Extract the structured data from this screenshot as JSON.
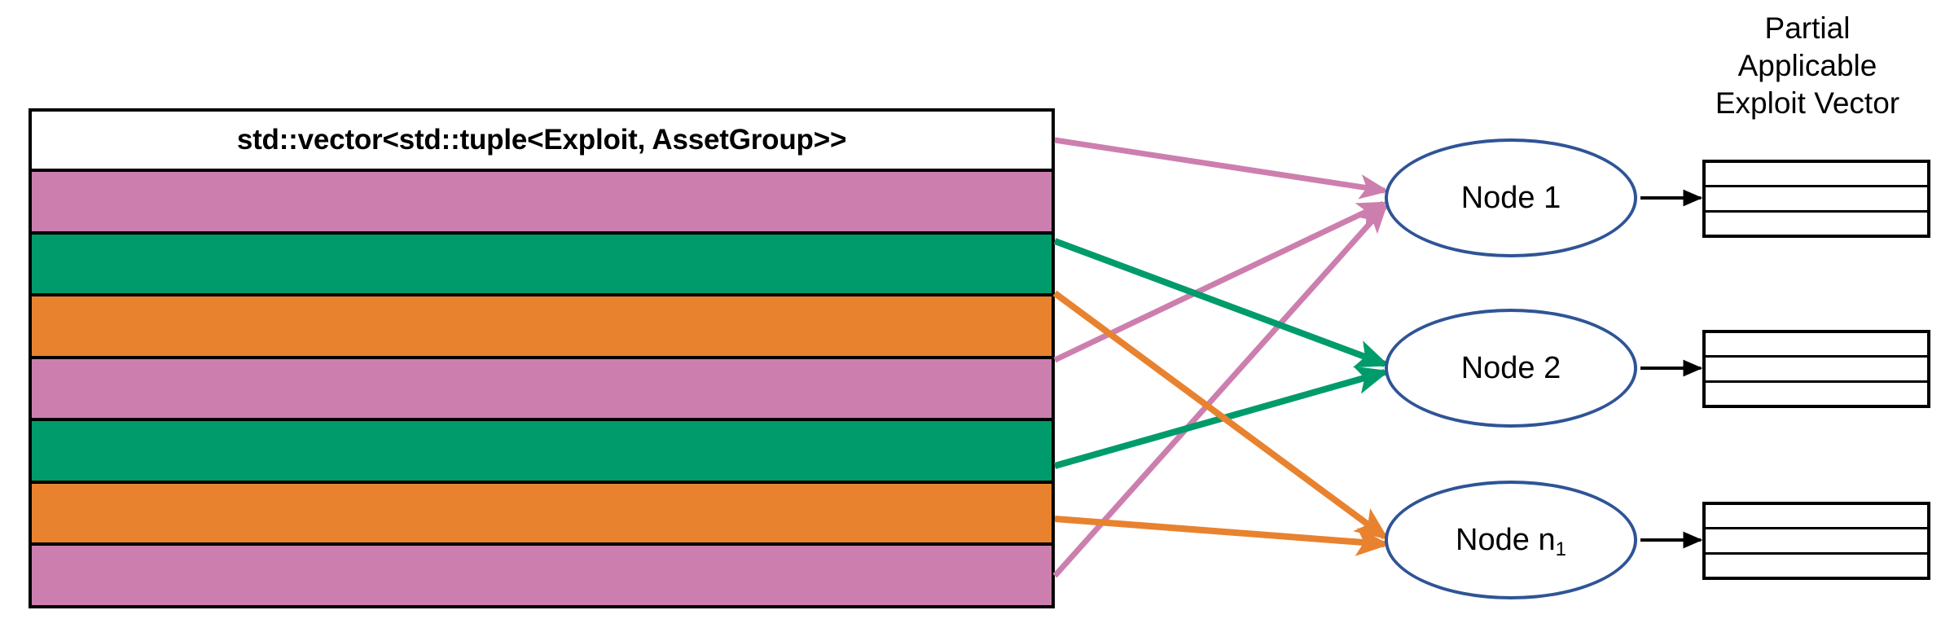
{
  "diagram": {
    "title": "std::vector<std::tuple<Exploit, AssetGroup>>",
    "colors": {
      "pink": "#CC7FAE",
      "green": "#009B6B",
      "orange": "#E8822F",
      "node_border": "#2F5496",
      "outline": "#000000",
      "arrow_black": "#000000"
    }
  },
  "vector": {
    "header_label": "std::vector<std::tuple<Exploit, AssetGroup>>",
    "rows": [
      {
        "index": 0,
        "group": "pink",
        "color": "#CC7FAE",
        "target": "Node 1"
      },
      {
        "index": 1,
        "group": "green",
        "color": "#009B6B",
        "target": "Node 2"
      },
      {
        "index": 2,
        "group": "orange",
        "color": "#E8822F",
        "target": "Node n1"
      },
      {
        "index": 3,
        "group": "pink",
        "color": "#CC7FAE",
        "target": "Node 1"
      },
      {
        "index": 4,
        "group": "green",
        "color": "#009B6B",
        "target": "Node 2"
      },
      {
        "index": 5,
        "group": "orange",
        "color": "#E8822F",
        "target": "Node n1"
      },
      {
        "index": 6,
        "group": "pink",
        "color": "#CC7FAE",
        "target": "Node 1"
      }
    ]
  },
  "nodes": [
    {
      "id": "node-1",
      "label_main": "Node 1",
      "label_sub": ""
    },
    {
      "id": "node-2",
      "label_main": "Node 2",
      "label_sub": ""
    },
    {
      "id": "node-n",
      "label_main": "Node n",
      "label_sub": "1"
    }
  ],
  "partial_vectors": {
    "caption_lines": [
      "Partial",
      "Applicable",
      "Exploit Vector"
    ],
    "cells_per_box": 3,
    "boxes": [
      {
        "for_node": "Node 1",
        "cells": [
          "",
          "",
          ""
        ]
      },
      {
        "for_node": "Node 2",
        "cells": [
          "",
          "",
          ""
        ]
      },
      {
        "for_node": "Node n1",
        "cells": [
          "",
          "",
          ""
        ]
      }
    ]
  },
  "edges": [
    {
      "from_row": 0,
      "to": "Node 1",
      "color": "#CC7FAE"
    },
    {
      "from_row": 3,
      "to": "Node 1",
      "color": "#CC7FAE"
    },
    {
      "from_row": 6,
      "to": "Node 1",
      "color": "#CC7FAE"
    },
    {
      "from_row": 1,
      "to": "Node 2",
      "color": "#009B6B"
    },
    {
      "from_row": 4,
      "to": "Node 2",
      "color": "#009B6B"
    },
    {
      "from_row": 2,
      "to": "Node n1",
      "color": "#E8822F"
    },
    {
      "from_row": 5,
      "to": "Node n1",
      "color": "#E8822F"
    },
    {
      "from_node": "Node 1",
      "to": "partial-vector-1",
      "color": "#000000"
    },
    {
      "from_node": "Node 2",
      "to": "partial-vector-2",
      "color": "#000000"
    },
    {
      "from_node": "Node n1",
      "to": "partial-vector-3",
      "color": "#000000"
    }
  ]
}
